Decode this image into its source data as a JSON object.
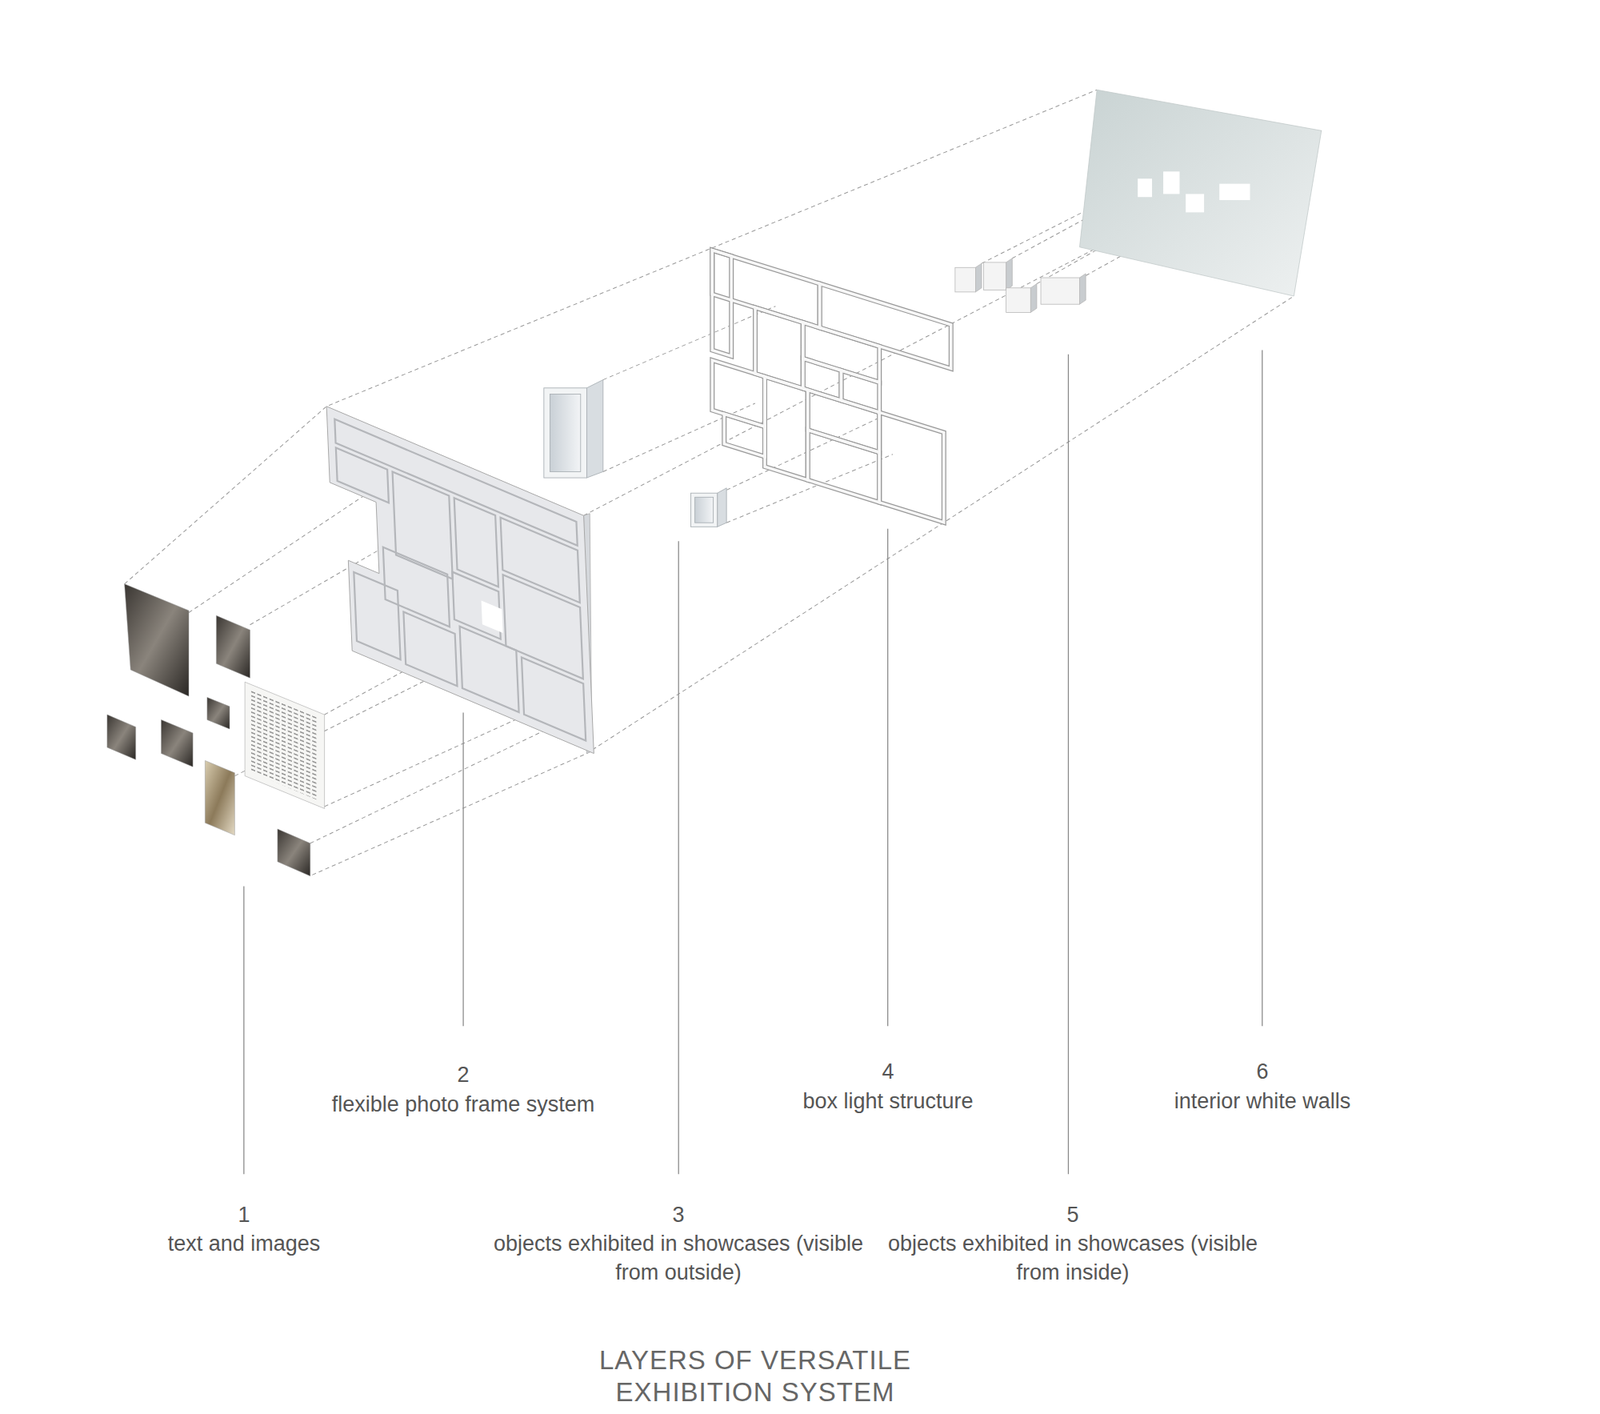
{
  "diagram": {
    "title": "LAYERS OF VERSATILE EXHIBITION SYSTEM",
    "labels": [
      "1",
      "text and images",
      "2",
      "flexible photo frame system",
      "3",
      "objects exhibited in showcases (visible from outside)",
      "4",
      "box light structure",
      "5",
      "objects exhibited in showcases (visible from inside)",
      "6",
      "interior white walls"
    ]
  }
}
